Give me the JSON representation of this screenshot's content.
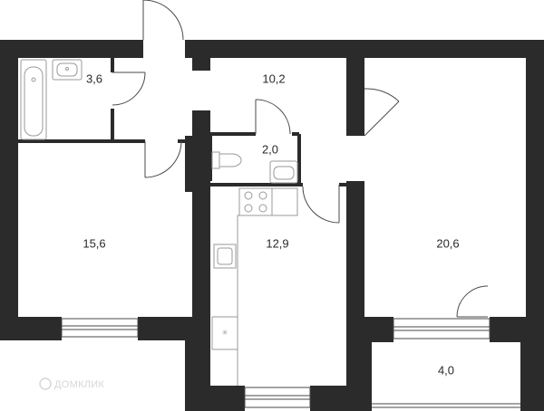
{
  "rooms": [
    {
      "id": "bathroom",
      "label": "3,6"
    },
    {
      "id": "hallway",
      "label": "10,2"
    },
    {
      "id": "wc",
      "label": "2,0"
    },
    {
      "id": "bedroom-left",
      "label": "15,6"
    },
    {
      "id": "kitchen",
      "label": "12,9"
    },
    {
      "id": "living-room",
      "label": "20,6"
    },
    {
      "id": "balcony",
      "label": "4,0"
    }
  ],
  "watermark": "ДОМКЛИК",
  "colors": {
    "wall": "#2b2b2b",
    "line": "#4a4a4a",
    "fixture": "#9a9a9a"
  }
}
